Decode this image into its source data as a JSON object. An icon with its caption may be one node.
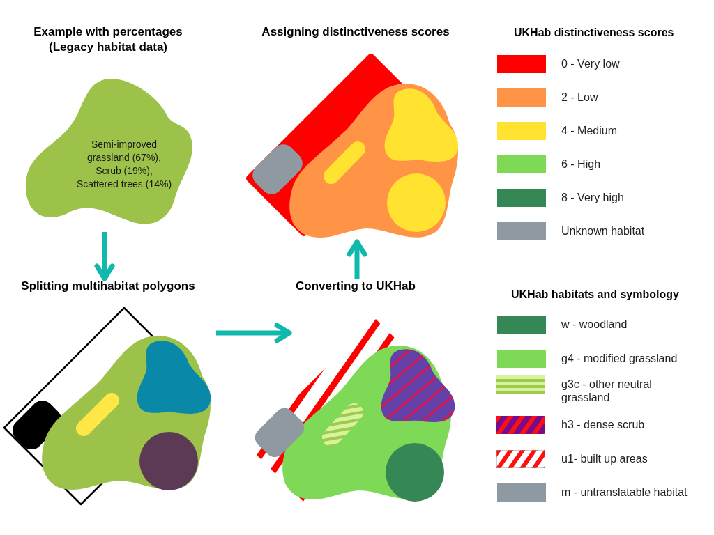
{
  "diagram": {
    "nodes": [
      {
        "text": [
          "Example with percentages (Legacy habitat data)",
          "Semi-improved grassland (67%), Scrub (19%), Scattered trees (14%)"
        ]
      },
      {
        "text": [
          "Splitting multihabitat polygons"
        ]
      },
      {
        "text": [
          "Converting to UKHab"
        ]
      },
      {
        "text": [
          "Assigning distinctiveness scores"
        ]
      }
    ],
    "edges": [
      {
        "from": 0,
        "to": 1,
        "arrow": "to"
      },
      {
        "from": 1,
        "to": 2,
        "arrow": "to"
      },
      {
        "from": 2,
        "to": 3,
        "arrow": "to"
      }
    ],
    "labels": [
      "UKHab distinctiveness scores",
      "UKHab habitats and symbology"
    ],
    "legend": [
      {
        "text": "0 - Very low",
        "color": "#ff0000"
      },
      {
        "text": "2 - Low",
        "color": "#ff9447"
      },
      {
        "text": "4 - Medium",
        "color": "#ffe330"
      },
      {
        "text": "6 - High",
        "color": "#7ed957"
      },
      {
        "text": "8 - Very high",
        "color": "#368756"
      },
      {
        "text": "Unknown habitat",
        "color": "#8f99a1"
      },
      {
        "text": "w - woodland",
        "color": "#368756"
      },
      {
        "text": "g4 - modified grassland",
        "color": "#7ed957"
      },
      {
        "text": "g3c - other neutral grassland"
      },
      {
        "text": "h3 - dense scrub"
      },
      {
        "text": "u1- built up areas"
      },
      {
        "text": "m - untranslatable habitat",
        "color": "#8f99a1"
      }
    ]
  }
}
